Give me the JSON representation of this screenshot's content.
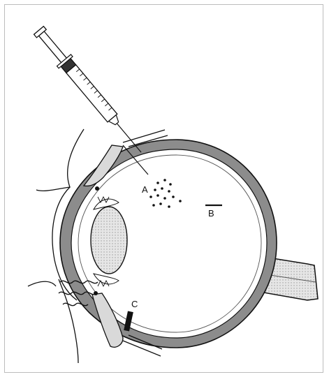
{
  "diagram": {
    "labels": {
      "a": "A",
      "b": "B",
      "c": "C"
    },
    "colors": {
      "outline": "#111111",
      "wall": "#8c8c8c",
      "light_fill": "#d9d9d9",
      "background": "#ffffff"
    },
    "icons": [
      "syringe-icon",
      "eye-cross-section"
    ]
  }
}
